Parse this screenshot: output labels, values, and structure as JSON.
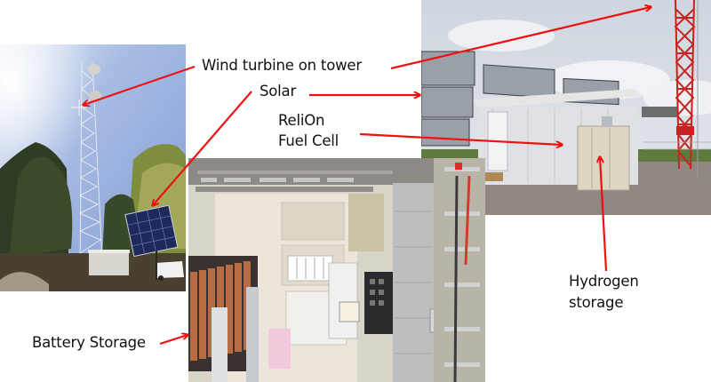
{
  "figure": {
    "kind": "annotated photo collage",
    "subject": "Hybrid renewable power system installation"
  },
  "labels": {
    "wind": "Wind turbine on tower",
    "solar": "Solar",
    "fuel_cell_line1": "ReliOn",
    "fuel_cell_line2": "Fuel Cell",
    "hydrogen_line1": "Hydrogen",
    "hydrogen_line2": "storage",
    "battery": "Battery Storage"
  },
  "photos": [
    {
      "id": "tower-site",
      "description": "Lattice communications tower with small wind turbine, pole-mounted solar array, trees, small shelter and white van"
    },
    {
      "id": "shelter-interior",
      "description": "Interior of equipment shelter with battery racks, inverter/charge controller panels, conduit and cable trays"
    },
    {
      "id": "shelter-exterior",
      "description": "White equipment shelter with roof-mounted solar panels, beige fuel cell cabinet, red lattice tower on gravel pad"
    }
  ],
  "colors": {
    "arrow": "#ee1111",
    "text": "#111111",
    "background": "#ffffff"
  }
}
